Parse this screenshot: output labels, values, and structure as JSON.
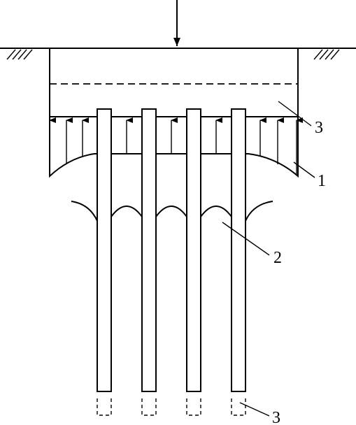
{
  "labels": {
    "reaction_curve": "1",
    "soil_arch": "2",
    "cap_and_pile_tip": "3"
  },
  "colors": {
    "stroke": "#000000",
    "background": "#ffffff"
  }
}
